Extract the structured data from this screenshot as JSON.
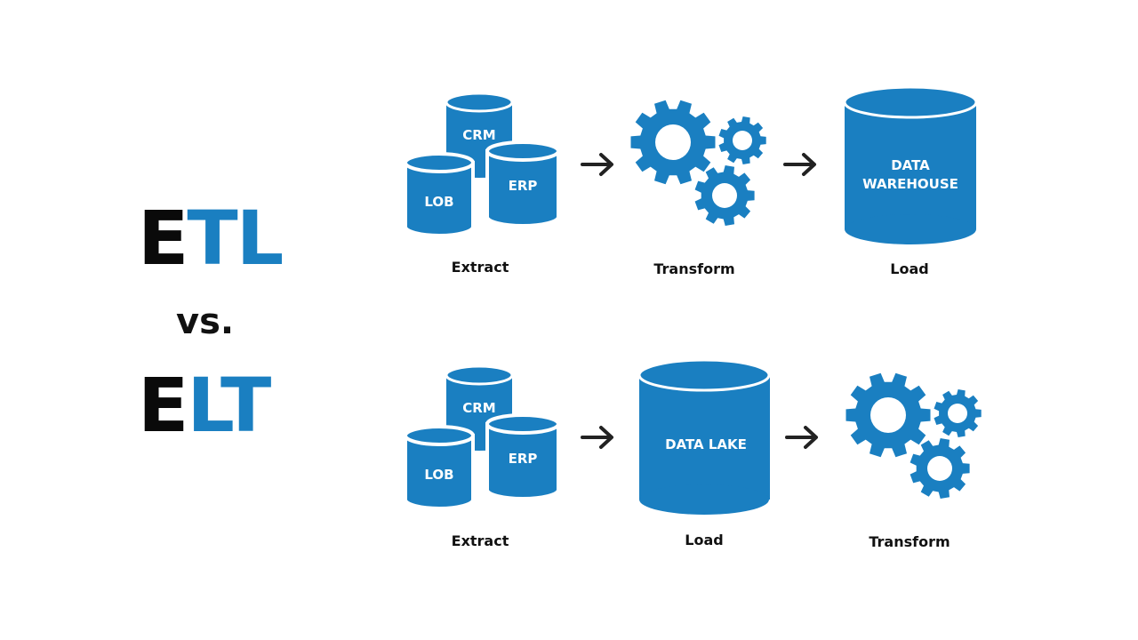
{
  "colors": {
    "accent": "#1a7fc1",
    "dark": "#0a0a0a",
    "arrow": "#222222"
  },
  "titles": {
    "etl": {
      "first": "E",
      "rest": "TL"
    },
    "vs": "vs.",
    "elt": {
      "first": "E",
      "rest": "LT"
    }
  },
  "etl_row": {
    "sources": {
      "crm": "CRM",
      "lob": "LOB",
      "erp": "ERP"
    },
    "extract_label": "Extract",
    "transform_label": "Transform",
    "load_label": "Load",
    "warehouse_line1": "DATA",
    "warehouse_line2": "WAREHOUSE"
  },
  "elt_row": {
    "sources": {
      "crm": "CRM",
      "lob": "LOB",
      "erp": "ERP"
    },
    "extract_label": "Extract",
    "load_label": "Load",
    "transform_label": "Transform",
    "lake_label": "DATA LAKE"
  }
}
